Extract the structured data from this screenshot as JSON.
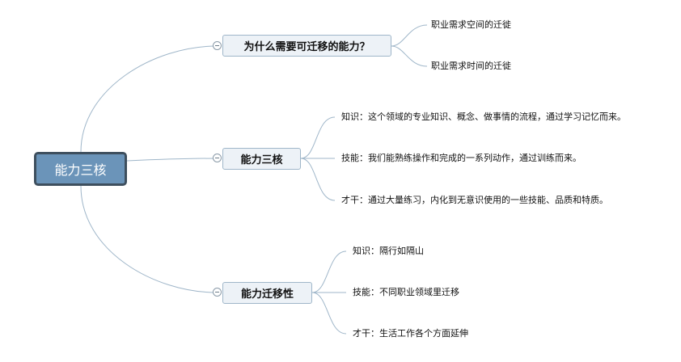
{
  "mindmap": {
    "root": {
      "label": "能力三核"
    },
    "branches": [
      {
        "label": "为什么需要可迁移的能力？",
        "children": [
          "职业需求空间的迁徙",
          "职业需求时间的迁徙"
        ]
      },
      {
        "label": "能力三核",
        "children": [
          "知识：这个领域的专业知识、概念、做事情的流程，通过学习记忆而来。",
          "技能：我们能熟练操作和完成的一系列动作，通过训练而来。",
          "才干：通过大量练习，内化到无意识使用的一些技能、品质和特质。"
        ]
      },
      {
        "label": "能力迁移性",
        "children": [
          "知识：隔行如隔山",
          "技能：不同职业领域里迁移",
          "才干：生活工作各个方面延伸"
        ]
      }
    ]
  },
  "colors": {
    "root_fill": "#6b94b9",
    "root_border": "#3e4f5e",
    "branch_fill": "#edf2f7",
    "branch_border": "#9fb6c9",
    "connector": "#9fb6c9"
  }
}
